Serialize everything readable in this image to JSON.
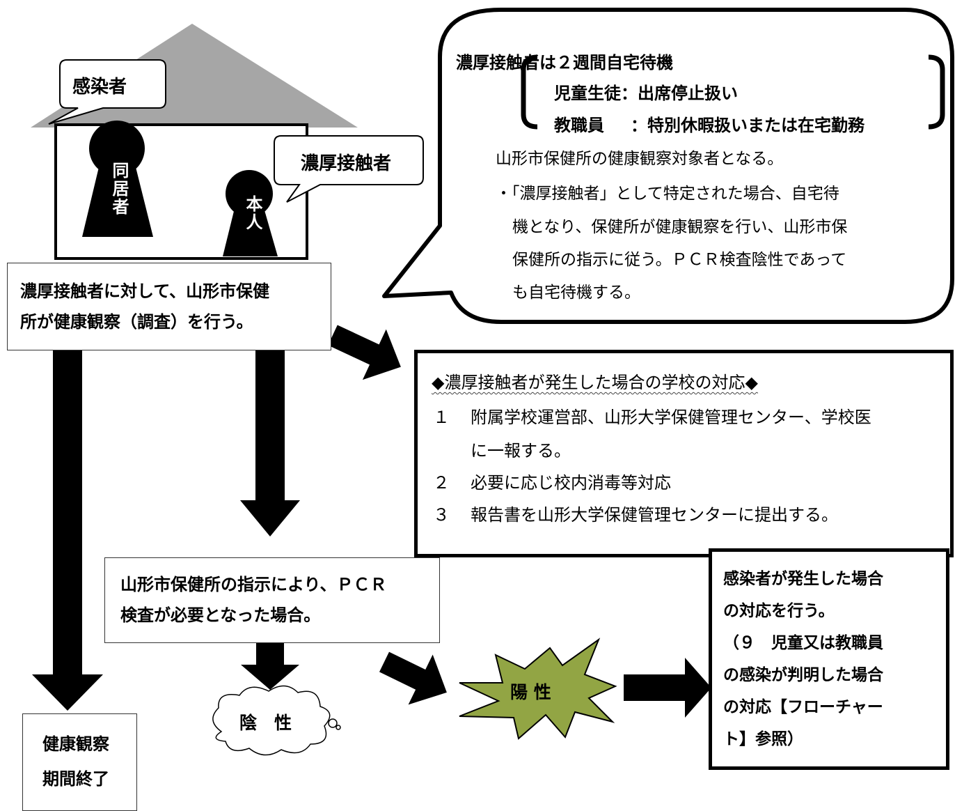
{
  "house": {
    "infected_label": "感染者",
    "cohabitant_label": "同居者",
    "self_label": "本人",
    "contact_label": "濃厚接触者"
  },
  "callout": {
    "heading": "濃厚接触者は２週間自宅待機",
    "students": "児童生徒：出席停止扱い",
    "staff_role": "教職員",
    "staff_rule": "：特別休暇扱いまたは在宅勤務",
    "note": "山形市保健所の健康観察対象者となる。",
    "bullet_lines": [
      "・「濃厚接触者」として特定された場合、自宅待",
      "機となり、保健所が健康観察を行い、山形市保",
      "保健所の指示に従う。ＰＣＲ検査陰性であって",
      "も自宅待機する。"
    ]
  },
  "health_observation": {
    "lines": [
      "濃厚接触者に対して、山形市保健",
      "所が健康観察（調査）を行う。"
    ]
  },
  "school_response": {
    "title": "◆濃厚接触者が発生した場合の学校の対応◆",
    "items": [
      {
        "num": "１",
        "lines": [
          "附属学校運営部、山形大学保健管理センター、学校医",
          "に一報する。"
        ]
      },
      {
        "num": "２",
        "lines": [
          "必要に応じ校内消毒等対応"
        ]
      },
      {
        "num": "３",
        "lines": [
          "報告書を山形大学保健管理センターに提出する。"
        ]
      }
    ]
  },
  "pcr": {
    "lines": [
      "山形市保健所の指示により、ＰＣＲ",
      "検査が必要となった場合。"
    ]
  },
  "negative": {
    "label": "陰　性"
  },
  "positive": {
    "label": "陽 性"
  },
  "infected_response": {
    "lines": [
      "感染者が発生した場合",
      "の対応を行う。",
      "（９　児童又は教職員",
      "の感染が判明した場合",
      "の対応【フローチャー",
      "ト】参照）"
    ]
  },
  "end": {
    "lines": [
      "健康観察",
      "期間終了"
    ]
  },
  "colors": {
    "roof": "#a6a6a6",
    "burst": "#92a544",
    "black": "#000000"
  }
}
